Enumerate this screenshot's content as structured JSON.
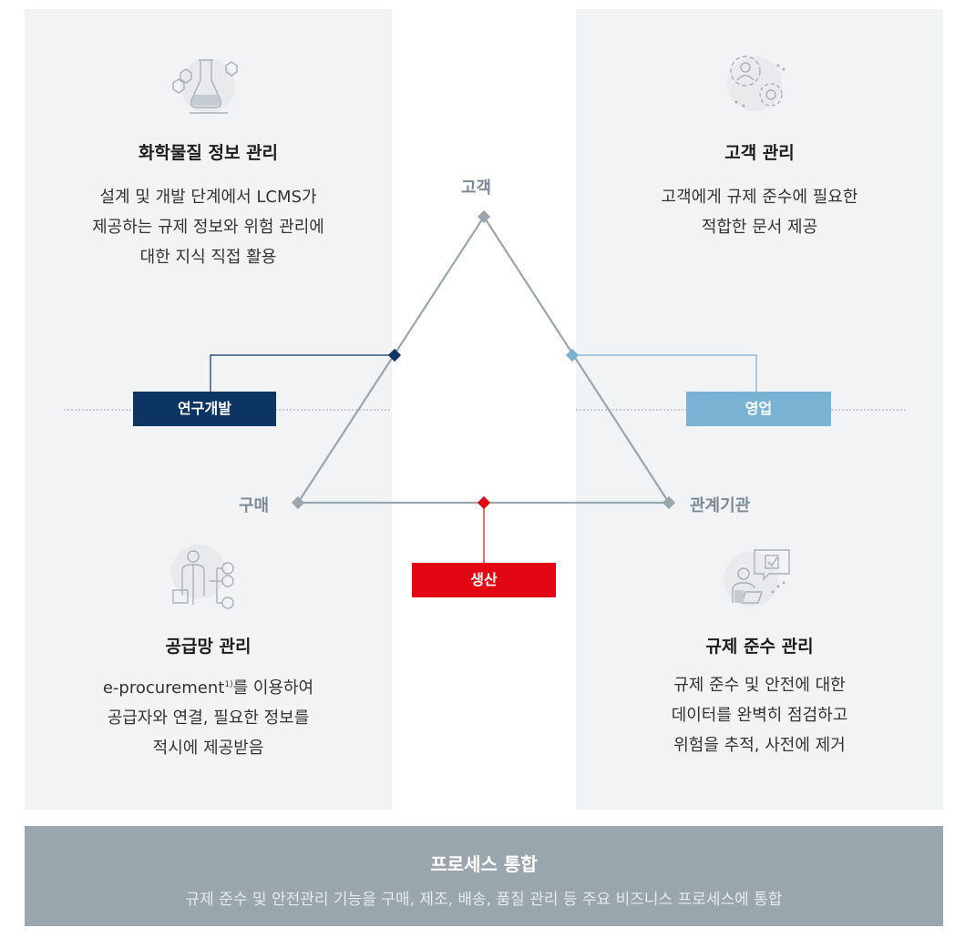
{
  "colors": {
    "panel_bg": "#f1f3f4",
    "navy": "#0d3563",
    "light_blue": "#7ab2d3",
    "red": "#e30613",
    "triangle_line": "#9aa6ad",
    "bottom_bar": "#9aa6ad"
  },
  "blocks": {
    "chemical": {
      "title": "화학물질 정보 관리",
      "lines": [
        "설계 및 개발 단계에서 LCMS가",
        "제공하는 규제 정보와 위험 관리에",
        "대한 지식 직접 활용"
      ],
      "icon": "flask-icon"
    },
    "customer": {
      "title": "고객 관리",
      "lines": [
        "고객에게 규제 준수에 필요한",
        "적합한 문서 제공"
      ],
      "icon": "user-gears-icon"
    },
    "supply": {
      "title": "공급망 관리",
      "line1_main": "e-procurement",
      "line1_sup": "1)",
      "line1_rest": "를 이용하여",
      "lines": [
        "공급자와 연결, 필요한 정보를",
        "적시에 제공받음"
      ],
      "icon": "person-network-icon"
    },
    "compliance": {
      "title": "규제 준수 관리",
      "lines": [
        "규제 준수 및 안전에 대한",
        "데이터를 완벽히 점검하고",
        "위험을 추적, 사전에 제거"
      ],
      "icon": "person-checklist-icon"
    }
  },
  "triangle": {
    "top": "고객",
    "left": "구매",
    "right": "관계기관"
  },
  "tags": {
    "rnd": "연구개발",
    "sales": "영업",
    "production": "생산"
  },
  "bottom": {
    "title": "프로세스 통합",
    "desc": "규제 준수 및 안전관리 기능을 구매, 제조, 배송, 품질 관리 등 주요 비즈니스 프로세스에 통합"
  }
}
